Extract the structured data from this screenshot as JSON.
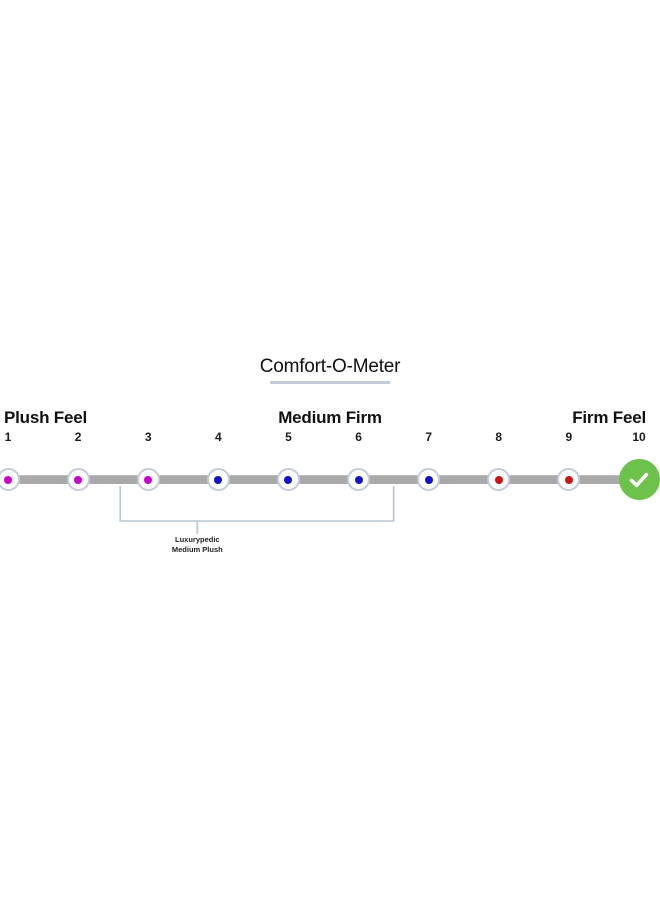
{
  "chart_data": {
    "type": "scatter",
    "title": "Comfort-O-Meter",
    "xlabel": "",
    "ylabel": "",
    "x": [
      1,
      2,
      3,
      4,
      5,
      6,
      7,
      8,
      9,
      10
    ],
    "tick_labels": [
      "1",
      "2",
      "3",
      "4",
      "5",
      "6",
      "7",
      "8",
      "9",
      "10"
    ],
    "zone_labels": [
      {
        "text": "Plush Feel",
        "align": "left",
        "at": 1
      },
      {
        "text": "Medium Firm",
        "align": "center",
        "at": 5.5
      },
      {
        "text": "Firm Feel",
        "align": "right",
        "at": 10
      }
    ],
    "markers": [
      {
        "position": 1,
        "color": "#cc00cc",
        "kind": "dot"
      },
      {
        "position": 2,
        "color": "#cc00cc",
        "kind": "dot"
      },
      {
        "position": 3,
        "color": "#cc00cc",
        "kind": "dot"
      },
      {
        "position": 4,
        "color": "#1212c8",
        "kind": "dot"
      },
      {
        "position": 5,
        "color": "#1212c8",
        "kind": "dot"
      },
      {
        "position": 6,
        "color": "#1212c8",
        "kind": "dot"
      },
      {
        "position": 7,
        "color": "#1212c8",
        "kind": "dot"
      },
      {
        "position": 8,
        "color": "#cc1414",
        "kind": "dot"
      },
      {
        "position": 9,
        "color": "#cc1414",
        "kind": "dot"
      },
      {
        "position": 10,
        "color": "#6cc24a",
        "kind": "check"
      }
    ],
    "annotations": [
      {
        "label_line_1": "Luxurypedic",
        "label_line_2": "Medium Plush",
        "span_start": 2.6,
        "span_end": 6.5,
        "pointer_at": 3.7
      }
    ],
    "axis_range": [
      1,
      10
    ],
    "grid": false,
    "legend": "none"
  },
  "meter": {
    "title": "Comfort-O-Meter",
    "bar_color": "#a9a9a9",
    "ring_color": "#c3ccd8",
    "bracket_color": "#b9c6d2",
    "title_underline_color": "#c3ccd4",
    "check_badge_color": "#6cc24a",
    "check_mark_color": "#ffffff",
    "check_icon_name": "check-icon"
  }
}
